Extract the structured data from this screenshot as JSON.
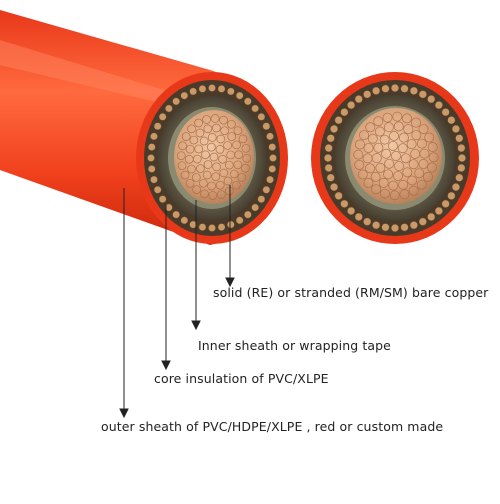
{
  "labels": {
    "conductor": "solid (RE) or stranded (RM/SM) bare copper",
    "inner_sheath": "Inner sheath or wrapping tape",
    "core_insulation": "core insulation of  PVC/XLPE",
    "outer_sheath": "outer sheath of PVC/HDPE/XLPE , red or custom made"
  },
  "colors": {
    "sheath": "#f0401c",
    "sheath_dark": "#c8260c",
    "copper": "#d9a27a",
    "copper_dark": "#a8704a",
    "insulation": "#4a4436",
    "armour_wire": "#c99a68",
    "leader": "#222222"
  }
}
